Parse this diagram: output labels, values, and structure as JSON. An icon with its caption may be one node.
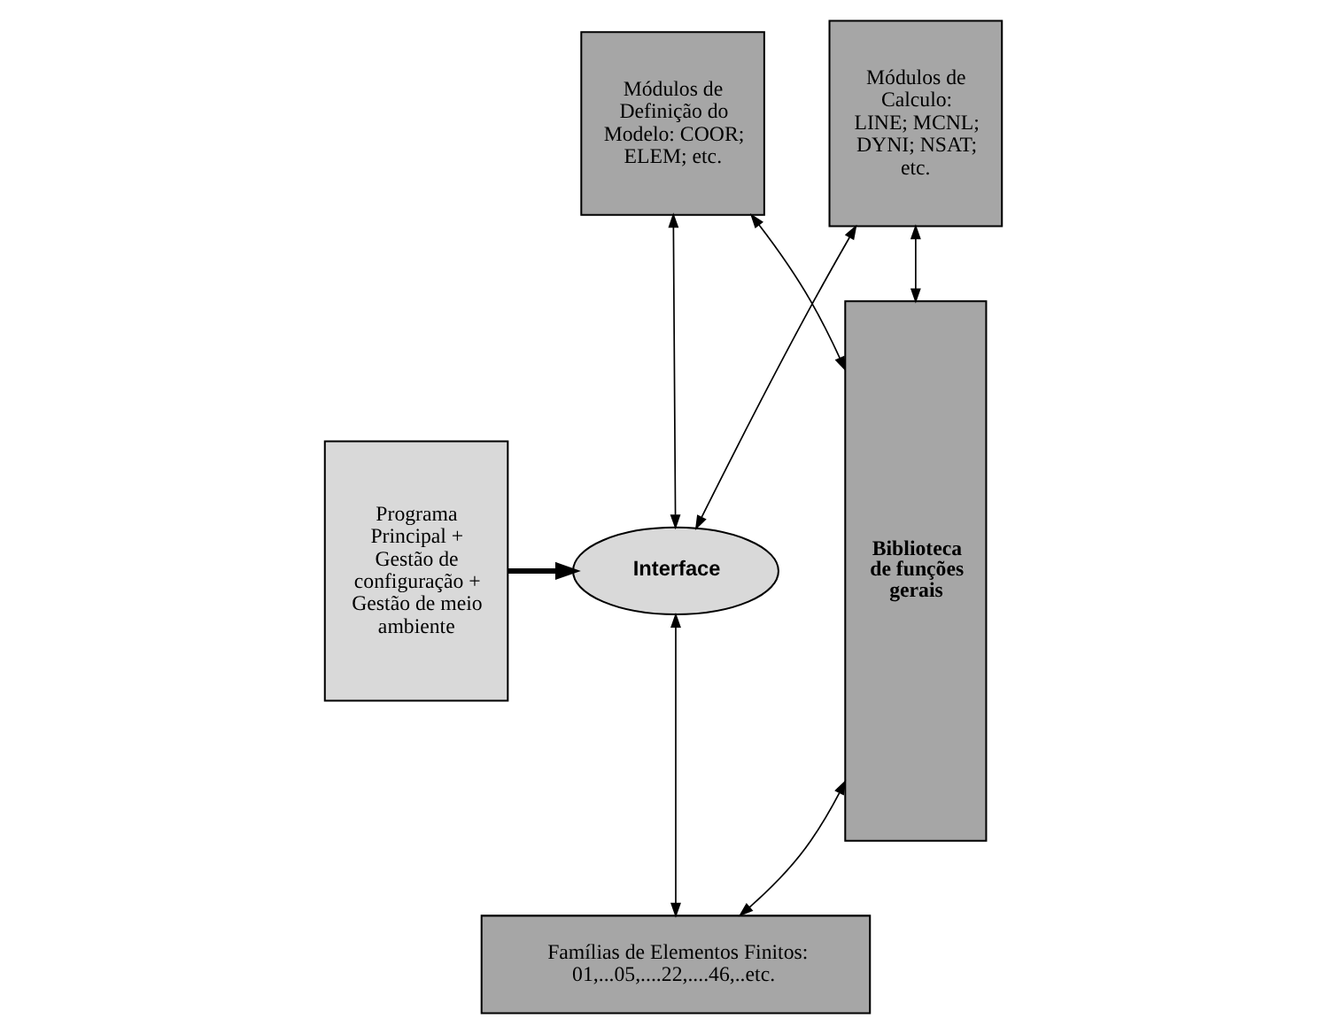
{
  "diagram": {
    "nodes": [
      {
        "text": [
          "Módulos de Definição do Modelo: COOR; ELEM; etc."
        ]
      },
      {
        "text": [
          "Módulos de Calculo: LINE; MCNL; DYNI; NSAT; etc."
        ]
      },
      {
        "text": [
          "Programa Principal + Gestão de configuração + Gestão de meio ambiente"
        ]
      },
      {
        "text": [
          "Interface"
        ]
      },
      {
        "text": [
          "Famílias de Elementos Finitos: 01,...05,....22,....46,..etc."
        ]
      },
      {
        "text": [
          "Biblioteca de funções gerais"
        ]
      }
    ],
    "edges": [
      {
        "from": 0,
        "to": 5,
        "arrow": "both"
      },
      {
        "from": 1,
        "to": 5,
        "arrow": "both"
      },
      {
        "from": 0,
        "to": 3,
        "arrow": "both"
      },
      {
        "from": 1,
        "to": 3,
        "arrow": "both"
      },
      {
        "from": 2,
        "to": 3,
        "arrow": "to",
        "style": "thick"
      },
      {
        "from": 3,
        "to": 4,
        "arrow": "both"
      },
      {
        "from": 4,
        "to": 5,
        "arrow": "both"
      }
    ]
  }
}
